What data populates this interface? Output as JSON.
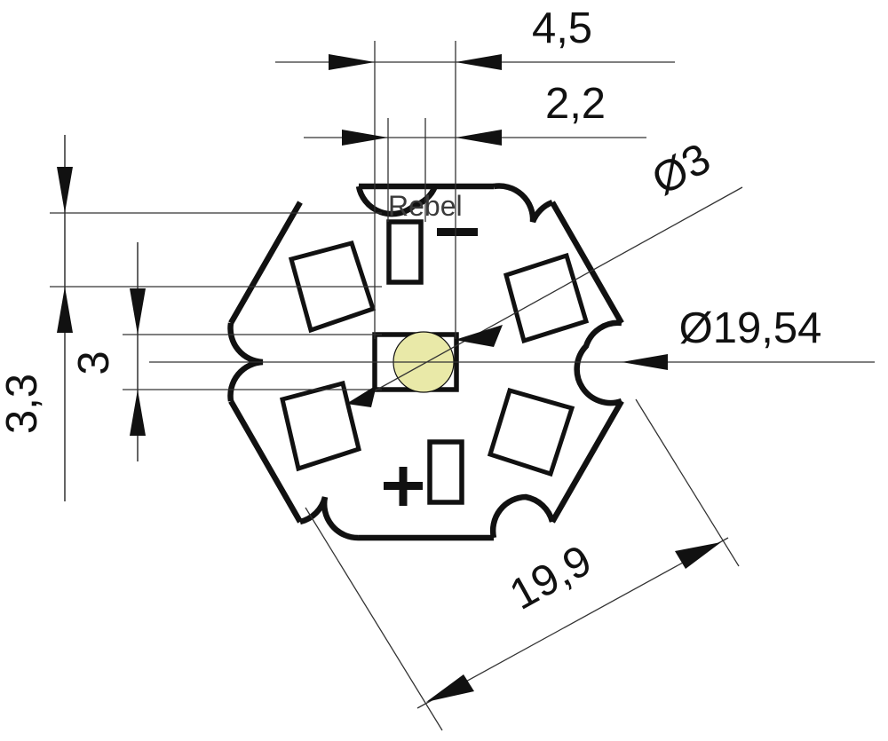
{
  "drawing": {
    "title": "Rebel LED Star PCB dimensional drawing",
    "silkscreen_label": "Rebel",
    "polarity_negative": "–",
    "polarity_positive": "+",
    "units_note": "",
    "colors": {
      "line": "#111111",
      "thin_line": "#333333",
      "die_fill": "#e9e9a8",
      "background": "#ffffff"
    }
  },
  "dimensions": {
    "top_outer": {
      "label": "4,5",
      "value": "4,5"
    },
    "top_inner": {
      "label": "2,2",
      "value": "2,2"
    },
    "left_outer": {
      "label": "3,3",
      "value": "3,3"
    },
    "left_inner": {
      "label": "3",
      "value": "3"
    },
    "die_diameter": {
      "label": "Ø3",
      "value": "Ø3"
    },
    "board_diameter": {
      "label": "Ø19,54",
      "value": "Ø19,54"
    },
    "across_flats": {
      "label": "19,9",
      "value": "19,9"
    }
  },
  "features": {
    "board_shape": "hexagonal-star-pcb",
    "notch_count": 6,
    "pad_count": 6,
    "led_die": "circular-led-die",
    "die_window": "square-die-window"
  }
}
